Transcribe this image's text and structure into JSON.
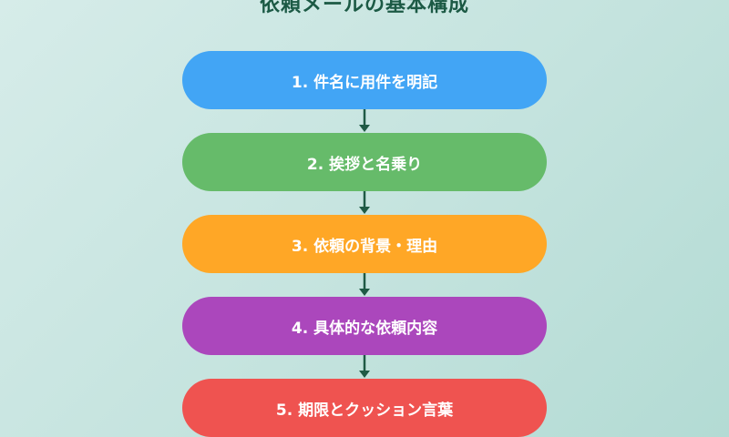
{
  "title": "依頼メールの基本構成",
  "steps": [
    {
      "label": "1. 件名に用件を明記",
      "color": "#42a5f5"
    },
    {
      "label": "2. 挨拶と名乗り",
      "color": "#66bb6a"
    },
    {
      "label": "3. 依頼の背景・理由",
      "color": "#ffa726"
    },
    {
      "label": "4. 具体的な依頼内容",
      "color": "#ab47bc"
    },
    {
      "label": "5. 期限とクッション言葉",
      "color": "#ef5350"
    }
  ],
  "connector_color": "#1f5a45"
}
